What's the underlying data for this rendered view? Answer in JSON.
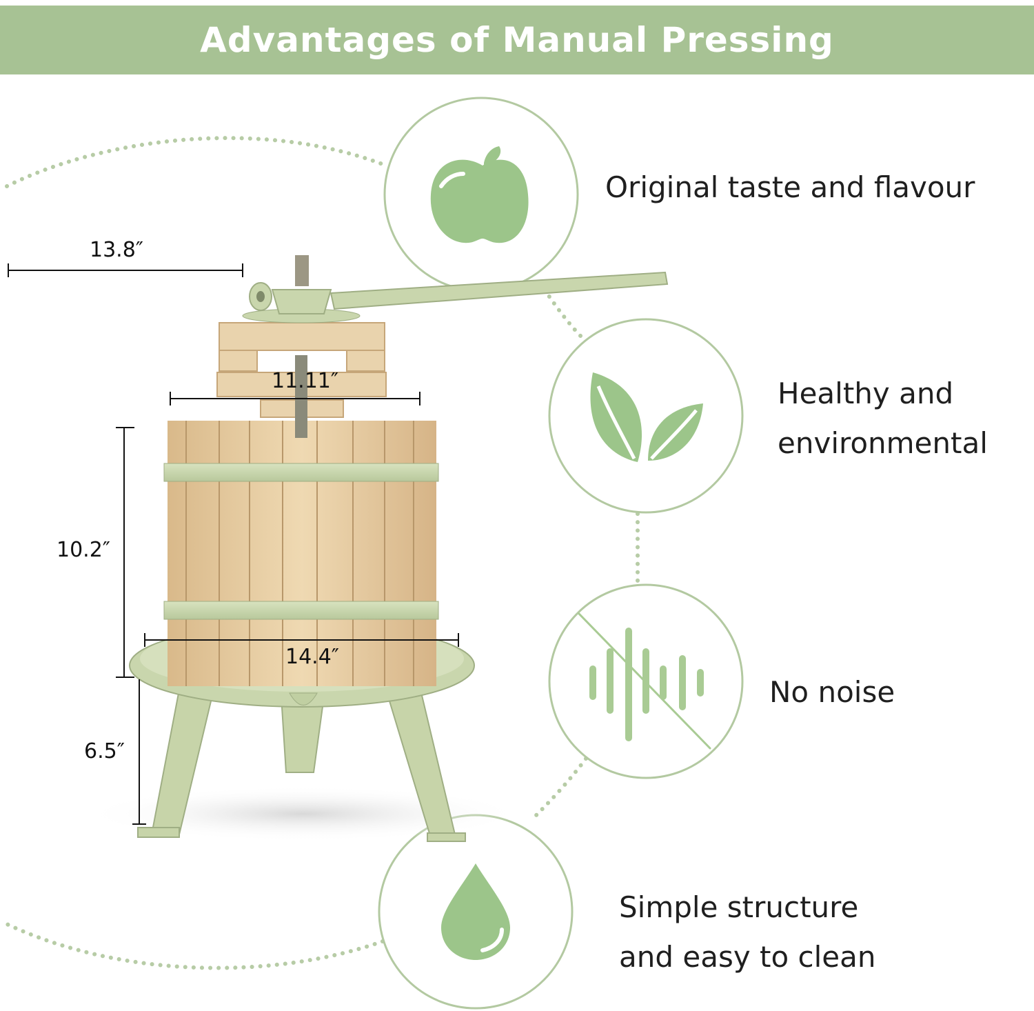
{
  "header": {
    "title": "Advantages of Manual Pressing"
  },
  "features": [
    {
      "icon": "apple-icon",
      "text": "Original taste and flavour"
    },
    {
      "icon": "leaves-icon",
      "line1": "Healthy and",
      "line2": "environmental"
    },
    {
      "icon": "no-sound-icon",
      "text": "No noise"
    },
    {
      "icon": "water-drop-icon",
      "line1": "Simple structure",
      "line2": "and easy to clean"
    }
  ],
  "dimensions": {
    "handle_length": "13.8″",
    "top_width": "11.11″",
    "barrel_height": "10.2″",
    "tray_diameter": "14.4″",
    "leg_height": "6.5″"
  },
  "colors": {
    "accent": "#a7c294",
    "icon_fill": "#9cc58a",
    "metal": "#c9d6ad",
    "wood": "#e8cfa4"
  }
}
